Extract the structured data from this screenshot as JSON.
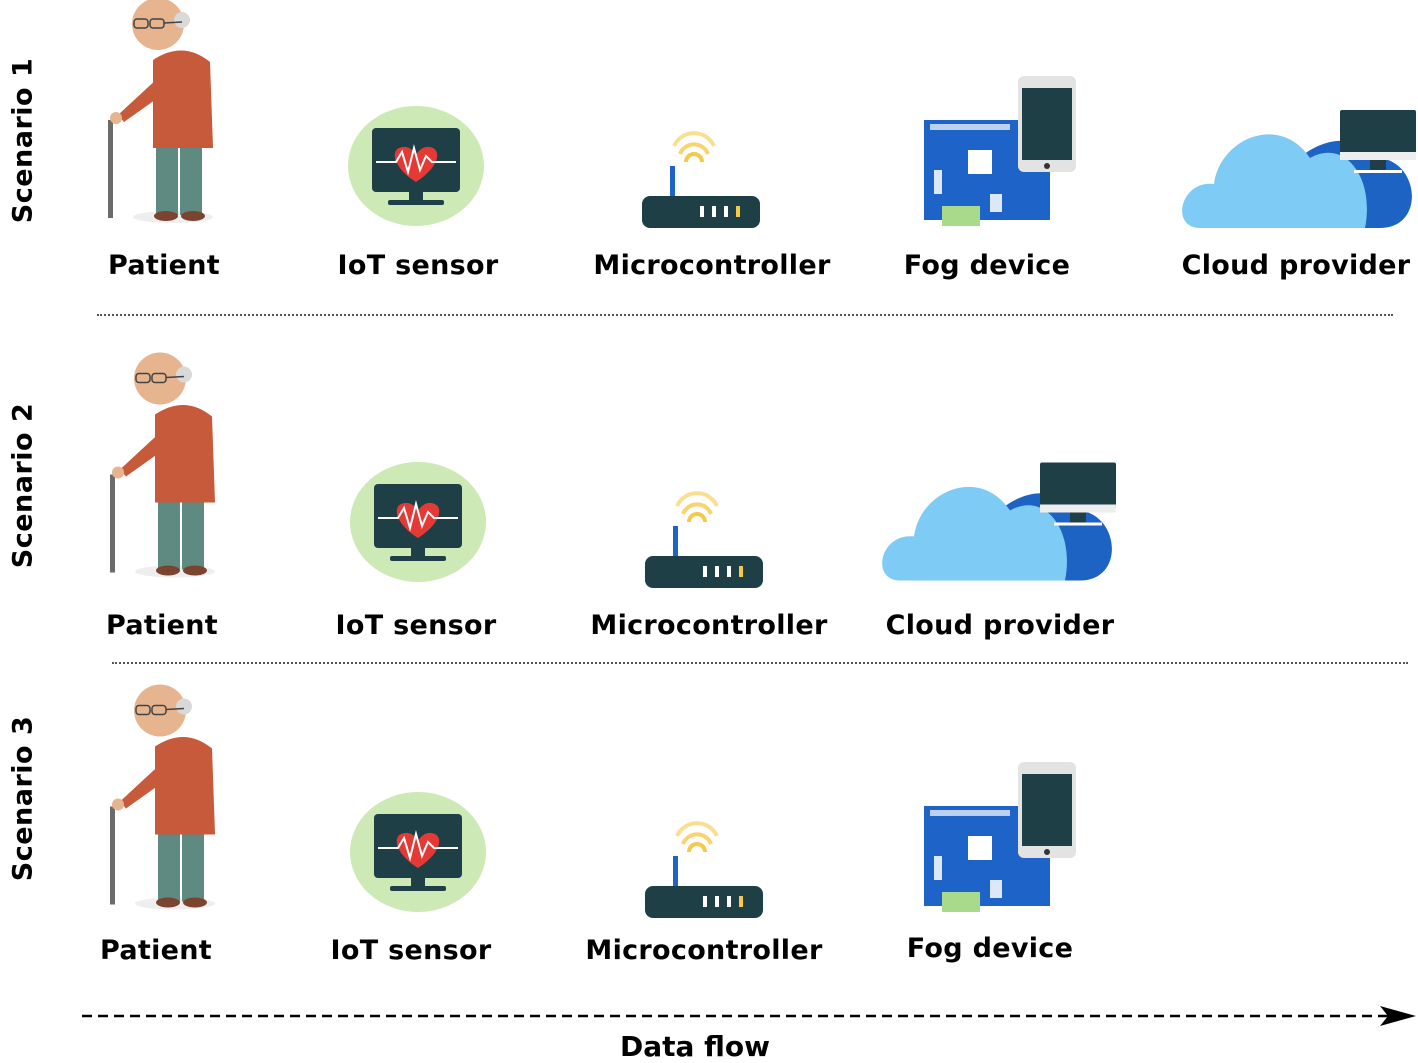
{
  "scenarios": [
    {
      "title": "Scenario 1",
      "nodes": [
        {
          "type": "patient",
          "label": "Patient",
          "icon": "elderly-patient-icon"
        },
        {
          "type": "sensor",
          "label": "IoT sensor",
          "icon": "heart-monitor-icon"
        },
        {
          "type": "micro",
          "label": "Microcontroller",
          "icon": "wifi-router-icon"
        },
        {
          "type": "fog",
          "label": "Fog device",
          "icon": "circuit-board-phone-icon"
        },
        {
          "type": "cloud",
          "label": "Cloud provider",
          "icon": "cloud-computer-icon"
        }
      ]
    },
    {
      "title": "Scenario 2",
      "nodes": [
        {
          "type": "patient",
          "label": "Patient",
          "icon": "elderly-patient-icon"
        },
        {
          "type": "sensor",
          "label": "IoT sensor",
          "icon": "heart-monitor-icon"
        },
        {
          "type": "micro",
          "label": "Microcontroller",
          "icon": "wifi-router-icon"
        },
        {
          "type": "cloud",
          "label": "Cloud provider",
          "icon": "cloud-computer-icon"
        }
      ]
    },
    {
      "title": "Scenario 3",
      "nodes": [
        {
          "type": "patient",
          "label": "Patient",
          "icon": "elderly-patient-icon"
        },
        {
          "type": "sensor",
          "label": "IoT sensor",
          "icon": "heart-monitor-icon"
        },
        {
          "type": "micro",
          "label": "Microcontroller",
          "icon": "wifi-router-icon"
        },
        {
          "type": "fog",
          "label": "Fog device",
          "icon": "circuit-board-phone-icon"
        }
      ]
    }
  ],
  "flow": {
    "label": "Data flow"
  },
  "colors": {
    "patient_shirt": "#c65a3a",
    "patient_pants": "#5f8a82",
    "sensor_bg": "#cde9b6",
    "monitor": "#1f3f47",
    "heart": "#e53935",
    "router": "#1f3f47",
    "wifi": "#f7c94a",
    "router_antenna": "#1e63c8",
    "board": "#1e63c8",
    "cloud_light": "#7ecbf5",
    "cloud_dark": "#1c63c3"
  }
}
